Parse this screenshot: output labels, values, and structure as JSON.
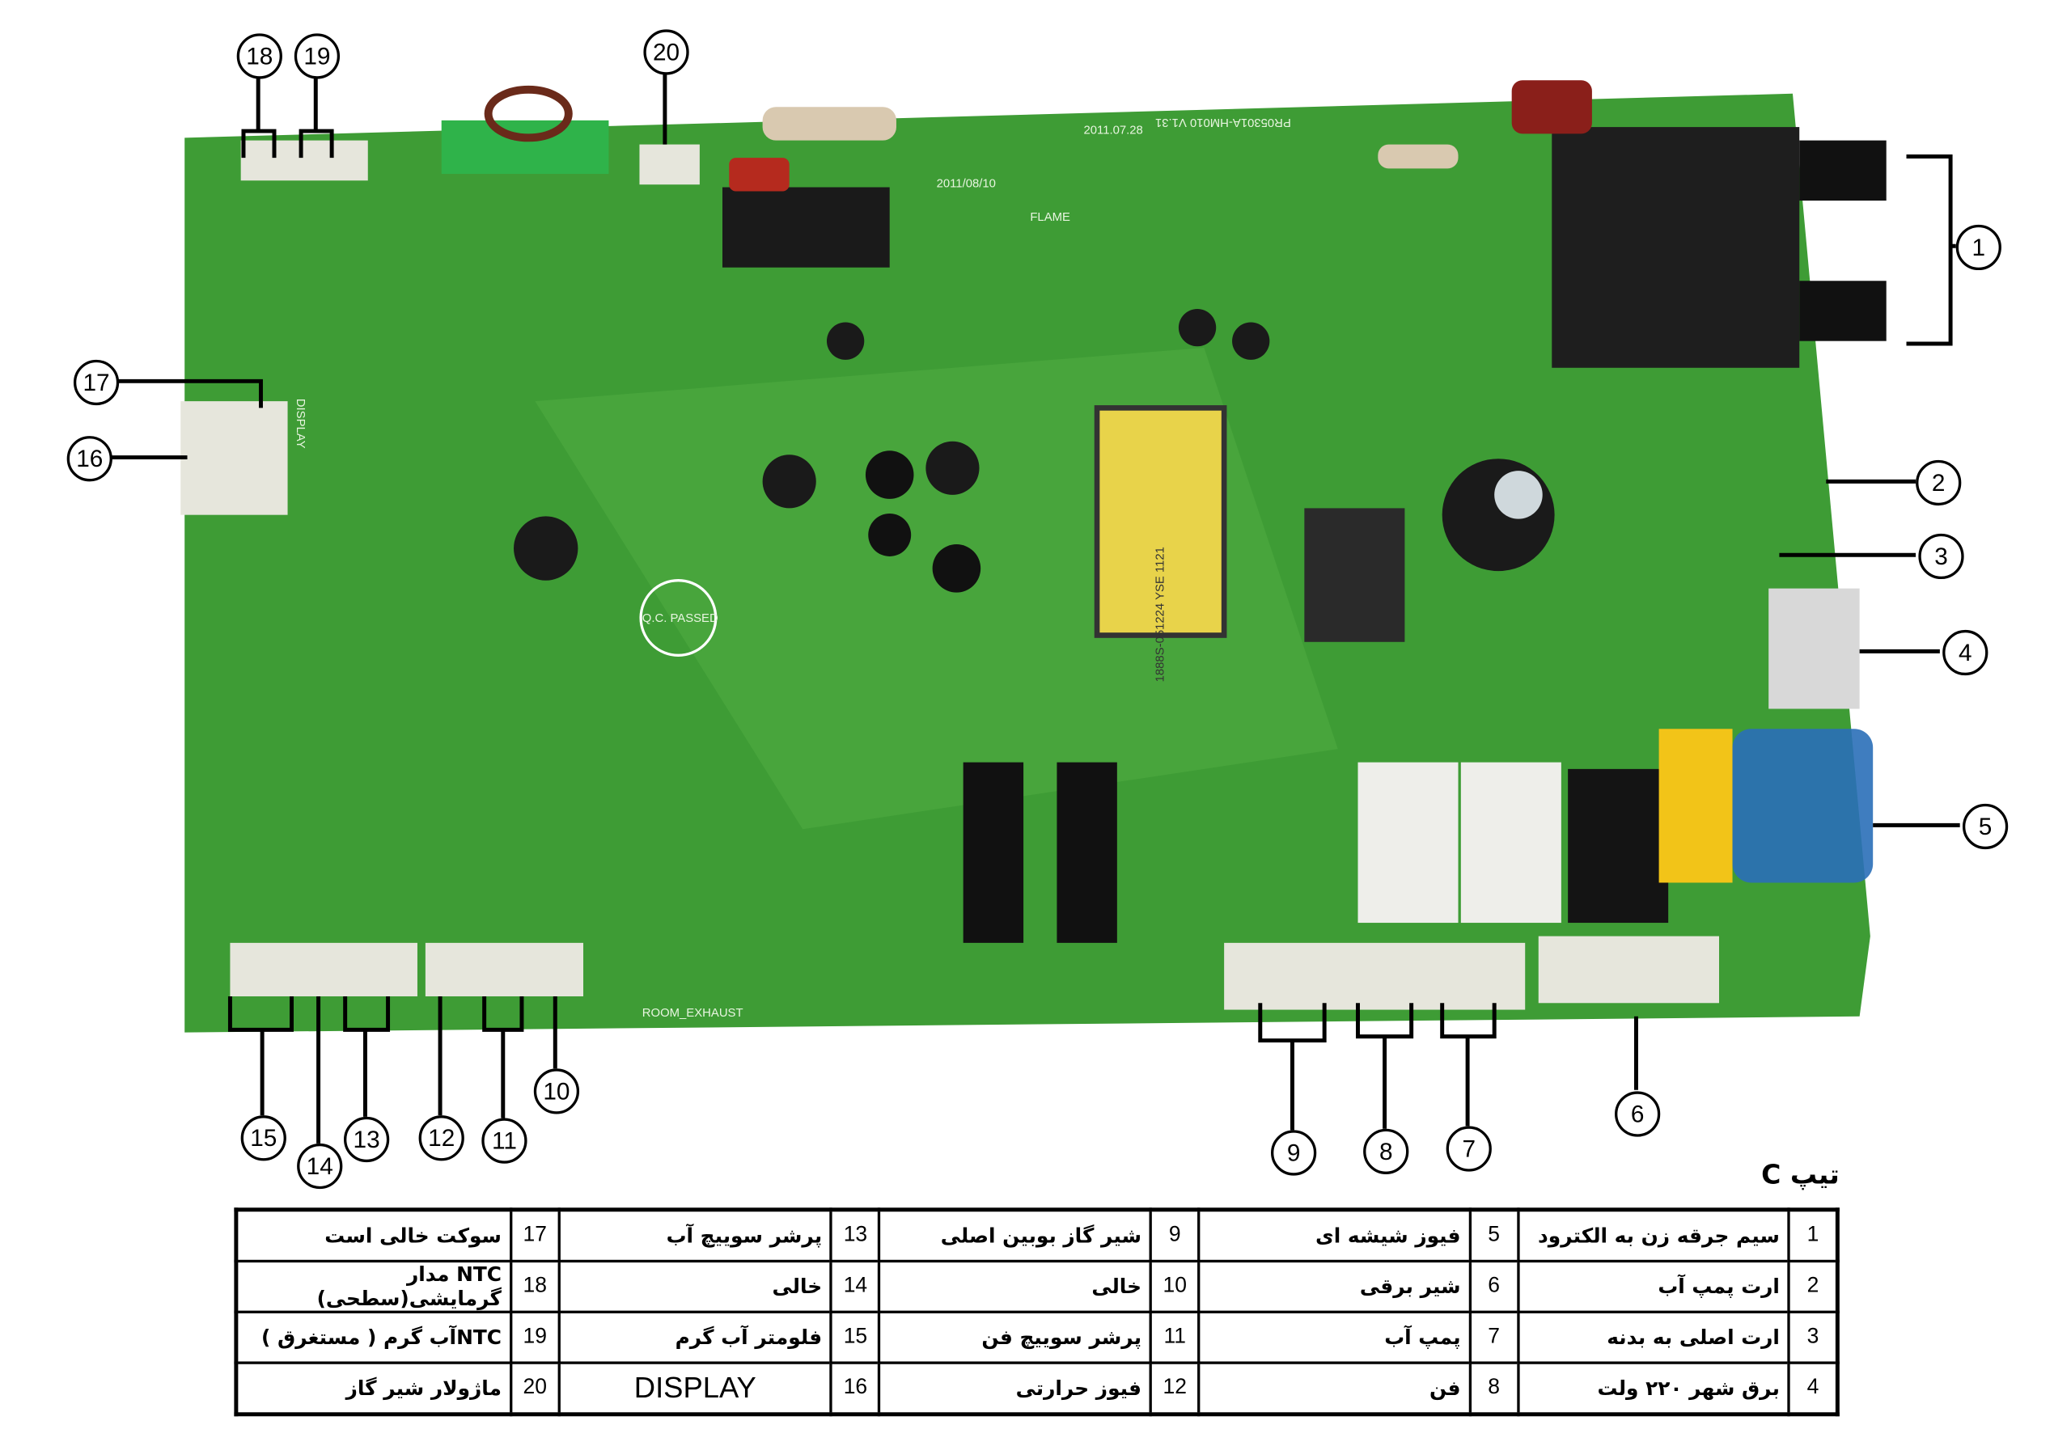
{
  "board": {
    "model": "PR05301A-HM010 V1.31",
    "date_code": "2011.07.28",
    "date_code_2": "2011/08/10",
    "flame_label": "FLAME",
    "qc_stamp": "Q.C. PASSED",
    "display_label": "DISPLAY",
    "room_exhaust_label": "ROOM_EXHAUST",
    "transformer_label": "1888S-051224 YSE 1121",
    "colors": {
      "pcb": "#3e9c35",
      "pcb_light": "#5db84a",
      "relay": "#1e1e1e",
      "connector": "#e6e6dc",
      "fuse": "#2a6fb8",
      "transformer": "#e8d34a"
    }
  },
  "callouts": [
    "1",
    "2",
    "3",
    "4",
    "5",
    "6",
    "7",
    "8",
    "9",
    "10",
    "11",
    "12",
    "13",
    "14",
    "15",
    "16",
    "17",
    "18",
    "19",
    "20"
  ],
  "legend": {
    "title": "تیپ C",
    "items": [
      {
        "n": "1",
        "label": "سیم جرقه زن به الکترود"
      },
      {
        "n": "2",
        "label": "ارت پمپ آب"
      },
      {
        "n": "3",
        "label": "ارت اصلی به بدنه"
      },
      {
        "n": "4",
        "label": "برق شهر ۲۲۰ ولت"
      },
      {
        "n": "5",
        "label": "فیوز شیشه ای"
      },
      {
        "n": "6",
        "label": "شیر برقی"
      },
      {
        "n": "7",
        "label": "پمپ آب"
      },
      {
        "n": "8",
        "label": "فن"
      },
      {
        "n": "9",
        "label": "شیر گاز بوبین اصلی"
      },
      {
        "n": "10",
        "label": "خالی"
      },
      {
        "n": "11",
        "label": "پرشر سوییچ فن"
      },
      {
        "n": "12",
        "label": "فیوز حرارتی"
      },
      {
        "n": "13",
        "label": "پرشر سوییچ آب"
      },
      {
        "n": "14",
        "label": "خالی"
      },
      {
        "n": "15",
        "label": "فلومتر آب گرم"
      },
      {
        "n": "16",
        "label": "DISPLAY"
      },
      {
        "n": "17",
        "label": "سوکت خالی است"
      },
      {
        "n": "18",
        "label": "NTC مدار گرمایشی(سطحی)"
      },
      {
        "n": "19",
        "label": "NTCآب گرم ( مستغرق )"
      },
      {
        "n": "20",
        "label": "ماژولار شیر گاز"
      }
    ]
  }
}
